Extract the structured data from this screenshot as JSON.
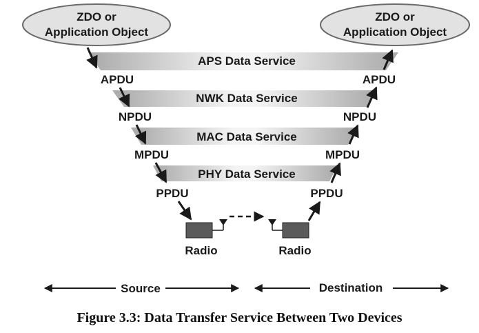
{
  "ends": {
    "left": {
      "line1": "ZDO or",
      "line2": "Application Object"
    },
    "right": {
      "line1": "ZDO or",
      "line2": "Application Object"
    }
  },
  "services": [
    "APS Data Service",
    "NWK Data Service",
    "MAC Data Service",
    "PHY Data Service"
  ],
  "left_units": [
    "APDU",
    "NPDU",
    "MPDU",
    "PPDU"
  ],
  "right_units": [
    "APDU",
    "NPDU",
    "MPDU",
    "PPDU"
  ],
  "radios": {
    "left": "Radio",
    "right": "Radio"
  },
  "bottom": {
    "source": "Source",
    "destination": "Destination"
  },
  "caption": "Figure 3.3:  Data Transfer Service Between Two Devices",
  "colors": {
    "band_dark": "#a9a9a9",
    "band_light": "#ffffff",
    "ellipse_fill": "#e2e2e2",
    "radio_fill": "#5a5a5a",
    "ink": "#1a1a1a"
  }
}
